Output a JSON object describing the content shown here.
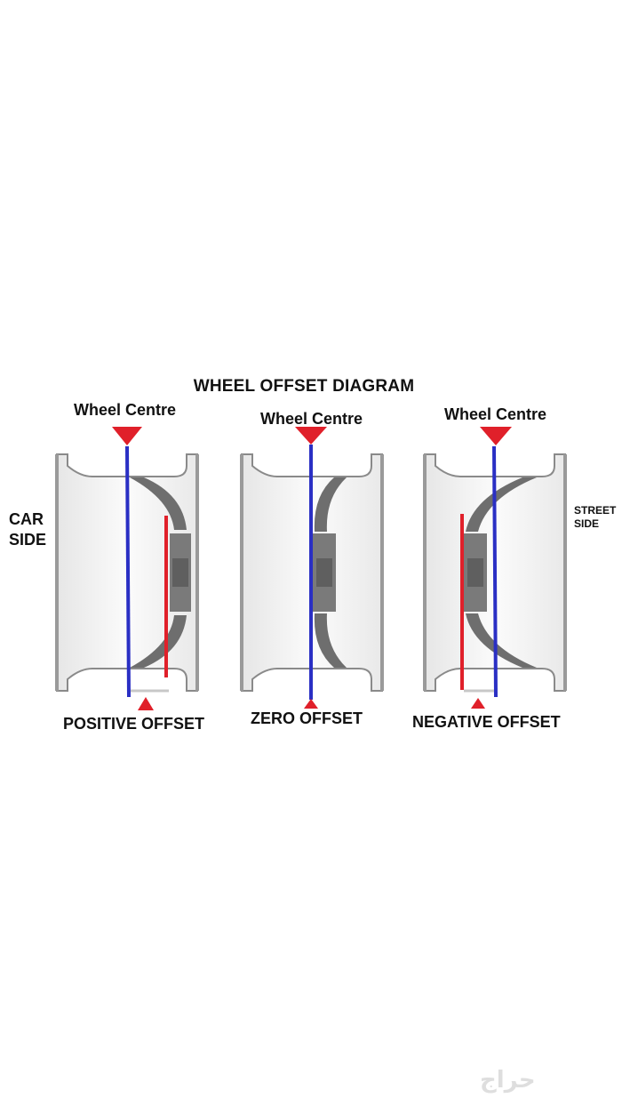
{
  "diagram": {
    "title": "WHEEL OFFSET DIAGRAM",
    "side_labels": {
      "car_line1": "CAR",
      "car_line2": "SIDE",
      "street_line1": "STREET",
      "street_line2": "SIDE"
    },
    "wheels": [
      {
        "center_label": "Wheel Centre",
        "offset_label": "POSITIVE OFFSET"
      },
      {
        "center_label": "Wheel Centre",
        "offset_label": "ZERO OFFSET"
      },
      {
        "center_label": "Wheel Centre",
        "offset_label": "NEGATIVE OFFSET"
      }
    ],
    "colors": {
      "centerline": "#2a2fc4",
      "mounting_line": "#e0202a",
      "marker": "#e0202a",
      "rim_fill": "#f2f2f2",
      "rim_stroke": "#8a8a8a",
      "spoke": "#6e6e6e"
    }
  },
  "watermark": "حراج"
}
